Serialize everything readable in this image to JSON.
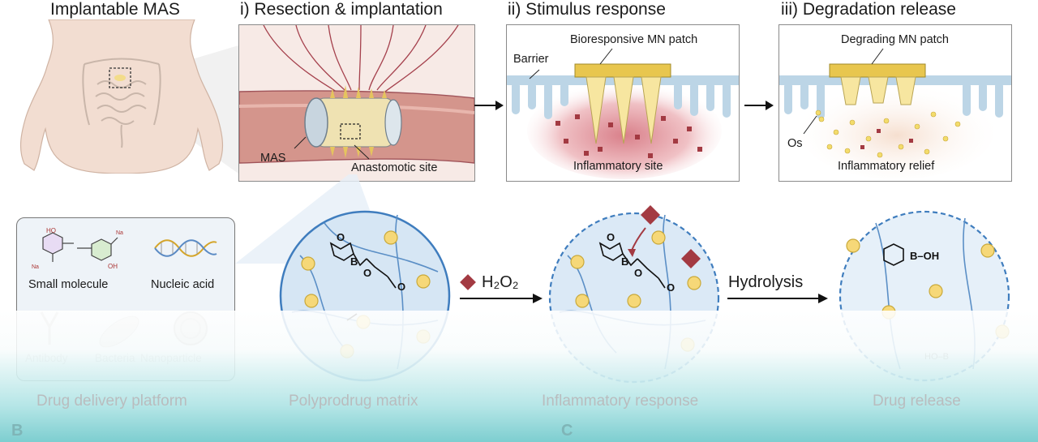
{
  "headings": {
    "implantable": "Implantable MAS",
    "resection": "i) Resection & implantation",
    "stimulus": "ii) Stimulus response",
    "degradation": "iii) Degradation release"
  },
  "panel_i": {
    "mas": "MAS",
    "anastomotic": "Anastomotic site"
  },
  "panel_ii": {
    "patch": "Bioresponsive MN patch",
    "barrier": "Barrier",
    "site": "Inflammatory site"
  },
  "panel_iii": {
    "patch": "Degrading MN  patch",
    "os": "Os",
    "relief": "Inflammatory relief"
  },
  "platform": {
    "small_molecule": "Small molecule",
    "nucleic_acid": "Nucleic acid",
    "antibody": "Antibody",
    "bacteria": "Bacteria",
    "nanoparticle": "Nanoparticle",
    "caption": "Drug delivery platform"
  },
  "matrix": {
    "caption": "Polyprodrug matrix"
  },
  "inflammatory": {
    "reagent": "H₂O₂",
    "caption": "Inflammatory response"
  },
  "release": {
    "step": "Hydrolysis",
    "product": "B–OH",
    "product2": "HO–B",
    "caption": "Drug release"
  },
  "chem": {
    "o": "O",
    "b": "B",
    "na": "Na",
    "ho": "HO",
    "oh": "OH"
  },
  "panel_letters": {
    "b": "B",
    "c": "C"
  },
  "colors": {
    "yellow": "#f6d878",
    "blue": "#2f6fb3",
    "inflam_red": "#a33a42",
    "teal": "#78ccce"
  }
}
